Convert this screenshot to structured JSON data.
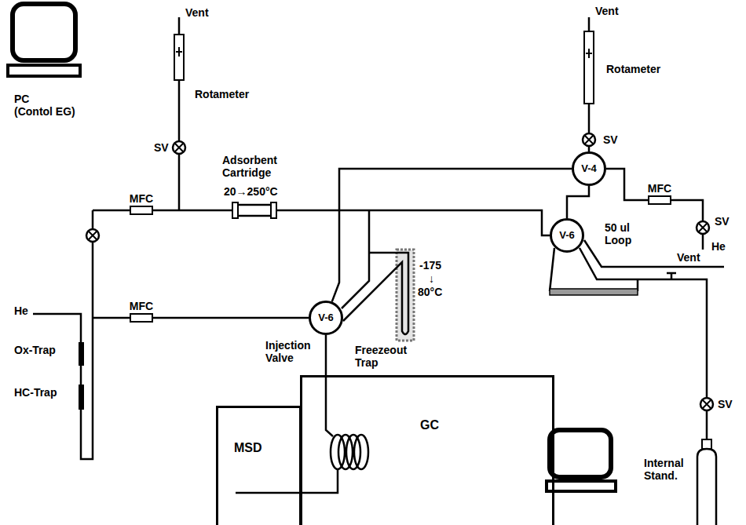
{
  "diagram": {
    "nodes": [
      {
        "text": [
          "MFC"
        ]
      },
      {
        "text": [
          "MFC"
        ]
      },
      {
        "text": [
          "V-6"
        ]
      },
      {
        "text": [
          "V-4"
        ]
      },
      {
        "text": [
          "MFC"
        ]
      },
      {
        "text": [
          "V-6"
        ]
      },
      {
        "text": [
          "MSD"
        ]
      },
      {
        "text": [
          "GC"
        ]
      }
    ],
    "edges": [
      {
        "from": 1,
        "to": 2,
        "arrow": "none"
      },
      {
        "from": 0,
        "to": 5,
        "arrow": "none"
      },
      {
        "from": 2,
        "to": 3,
        "arrow": "none"
      },
      {
        "from": 3,
        "to": 5,
        "arrow": "none"
      },
      {
        "from": 4,
        "to": 3,
        "arrow": "none"
      },
      {
        "from": 2,
        "to": 7,
        "arrow": "none"
      }
    ],
    "labels": [
      "PC",
      "(Contol EG)",
      "Vent",
      "Rotameter",
      "SV",
      "Adsorbent Cartridge",
      "20→250°C",
      "He",
      "Ox-Trap",
      "HC-Trap",
      "-175",
      "↓",
      "80°C",
      "Injection Valve",
      "Freezeout Trap",
      "Vent",
      "Rotameter",
      "SV",
      "SV",
      "He",
      "50 ul Loop",
      "Vent",
      "SV",
      "Internal Stand."
    ]
  }
}
